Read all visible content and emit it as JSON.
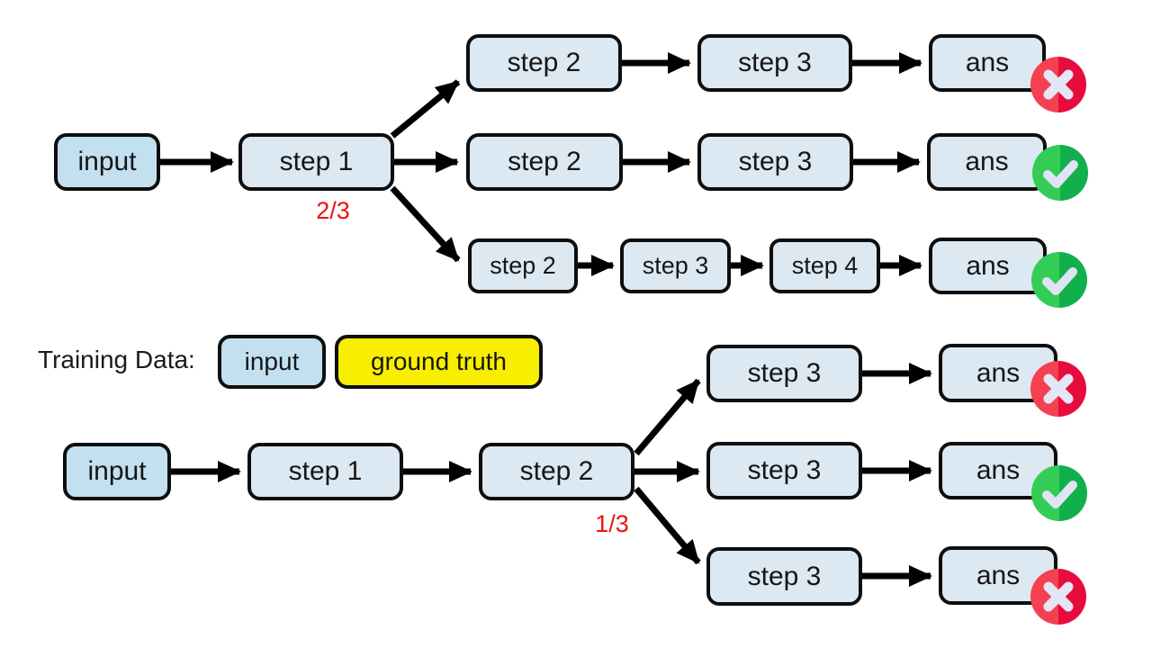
{
  "colors": {
    "step_box_fill": "#dce8f2",
    "input_box_fill": "#c3e0f1",
    "ground_truth_fill": "#f8ee00",
    "box_border": "#0e0e0e",
    "arrow": "#000000",
    "fraction_text": "#ee1111",
    "fail_badge_left": "#f4404f",
    "fail_badge_right": "#e60c3e",
    "pass_badge_left": "#33cd56",
    "pass_badge_right": "#11b04c",
    "badge_glyph": "#e2e4f6"
  },
  "icons": {
    "fail": "cross-icon",
    "pass": "check-icon"
  },
  "top_diagram": {
    "input_label": "input",
    "step1_label": "step 1",
    "fraction": "2/3",
    "rows": [
      {
        "boxes": [
          "step 2",
          "step 3",
          "ans"
        ],
        "result": "fail"
      },
      {
        "boxes": [
          "step 2",
          "step 3",
          "ans"
        ],
        "result": "pass"
      },
      {
        "boxes": [
          "step 2",
          "step 3",
          "step 4",
          "ans"
        ],
        "result": "pass"
      }
    ]
  },
  "training": {
    "label": "Training Data:",
    "input_label": "input",
    "truth_label": "ground truth"
  },
  "bottom_diagram": {
    "input_label": "input",
    "step1_label": "step 1",
    "step2_label": "step 2",
    "fraction": "1/3",
    "branches": [
      {
        "step_label": "step 3",
        "ans_label": "ans",
        "result": "fail"
      },
      {
        "step_label": "step 3",
        "ans_label": "ans",
        "result": "pass"
      },
      {
        "step_label": "step 3",
        "ans_label": "ans",
        "result": "fail"
      }
    ]
  }
}
